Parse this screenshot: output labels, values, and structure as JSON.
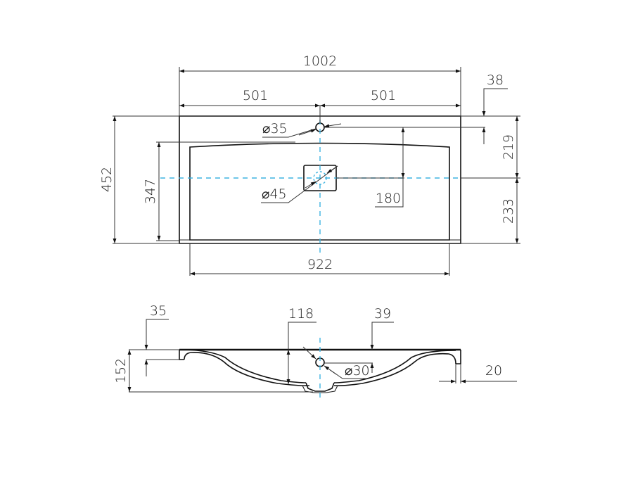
{
  "drawing": {
    "title": "Washbasin technical drawing",
    "colors": {
      "outline": "#111111",
      "dimension": "#333333",
      "centerline": "#3fb4e0",
      "background": "#ffffff"
    },
    "top_view": {
      "overall_width": "1002",
      "half_width_left": "501",
      "half_width_right": "501",
      "tap_hole_offset": "38",
      "tap_hole_diameter": "⌀35",
      "overall_depth": "452",
      "bowl_depth": "347",
      "drain_diameter": "⌀45",
      "drain_from_tap": "180",
      "upper_to_drain": "219",
      "drain_to_front": "233",
      "bowl_width": "922"
    },
    "side_view": {
      "rim_thickness": "35",
      "overall_height": "152",
      "bowl_height": "118",
      "overflow_offset": "39",
      "overflow_diameter": "⌀30",
      "edge_lip": "20"
    }
  }
}
